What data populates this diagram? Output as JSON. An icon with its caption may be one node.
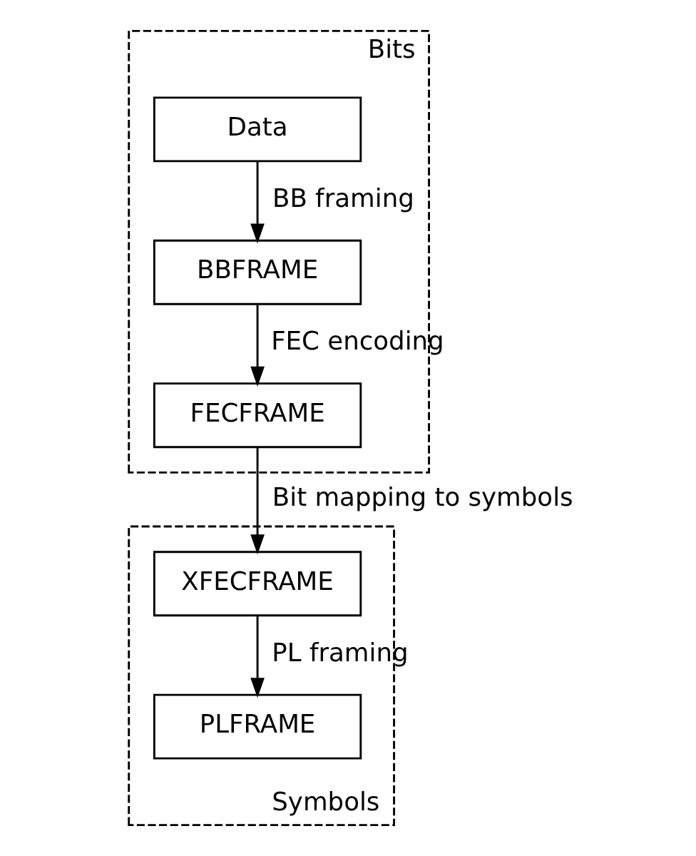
{
  "diagram": {
    "nodes": [
      {
        "text": [
          "Bits"
        ]
      },
      {
        "text": [
          "Data"
        ],
        "in": 0
      },
      {
        "text": [
          "BBFRAME"
        ],
        "in": 0
      },
      {
        "text": [
          "FECFRAME"
        ],
        "in": 0
      },
      {
        "text": [
          "Symbols"
        ]
      },
      {
        "text": [
          "XFECFRAME"
        ],
        "in": 4
      },
      {
        "text": [
          "PLFRAME"
        ],
        "in": 4
      }
    ],
    "edges": [
      {
        "from": 1,
        "to": 2,
        "arrow": "to",
        "label": "BB framing"
      },
      {
        "from": 2,
        "to": 3,
        "arrow": "to",
        "label": "FEC encoding"
      },
      {
        "from": 3,
        "to": 5,
        "arrow": "to",
        "label": "Bit mapping to symbols"
      },
      {
        "from": 5,
        "to": 6,
        "arrow": "to",
        "label": "PL framing"
      }
    ]
  }
}
